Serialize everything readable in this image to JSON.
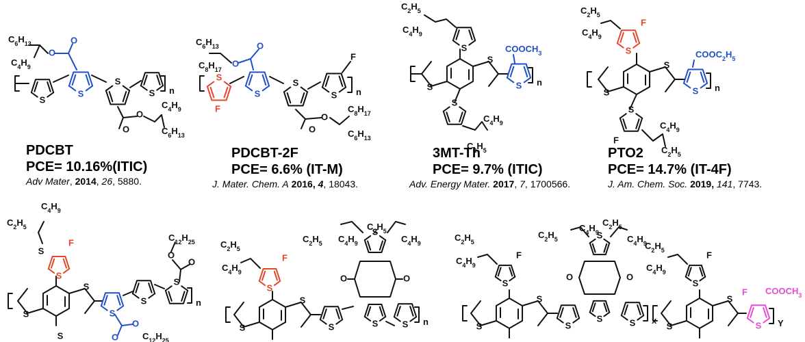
{
  "compounds": [
    {
      "name": "PDCBT",
      "pce": "PCE= 10.16%(ITIC)",
      "ref": {
        "journal": "Adv Mater",
        "year": "2014",
        "volume": "26",
        "page": "5880."
      }
    },
    {
      "name": "PDCBT-2F",
      "pce": "PCE= 6.6% (IT-M)",
      "ref": {
        "journal": "J. Mater. Chem. A",
        "year": "2016,",
        "volume": "4",
        "page": "18043."
      }
    },
    {
      "name": "3MT-Th",
      "pce": "PCE= 9.7% (ITIC)",
      "ref": {
        "journal": "Adv. Energy Mater.",
        "year": "2017",
        "volume": "7",
        "page": "1700566."
      }
    },
    {
      "name": "PTO2",
      "pce": "PCE= 14.7% (IT-4F)",
      "ref": {
        "journal": "J. Am. Chem. Soc.",
        "year": "2019,",
        "volume": "141",
        "page": "7743."
      }
    }
  ],
  "labels": {
    "c6h13": "C6H13",
    "c4h9": "C4H9",
    "c8h17": "C8H17",
    "c2h5": "C2H5",
    "c12h25": "C12H25",
    "cooch3": "COOCH3",
    "cooc2h5": "COOC2H5",
    "s": "S",
    "o": "O",
    "f": "F",
    "n": "n",
    "x": "x",
    "y": "Y"
  },
  "colors": {
    "bond": "#111111",
    "ester_blue": "#1f4fc8",
    "fluoro_red": "#e2472a",
    "pink": "#e64ad6"
  }
}
